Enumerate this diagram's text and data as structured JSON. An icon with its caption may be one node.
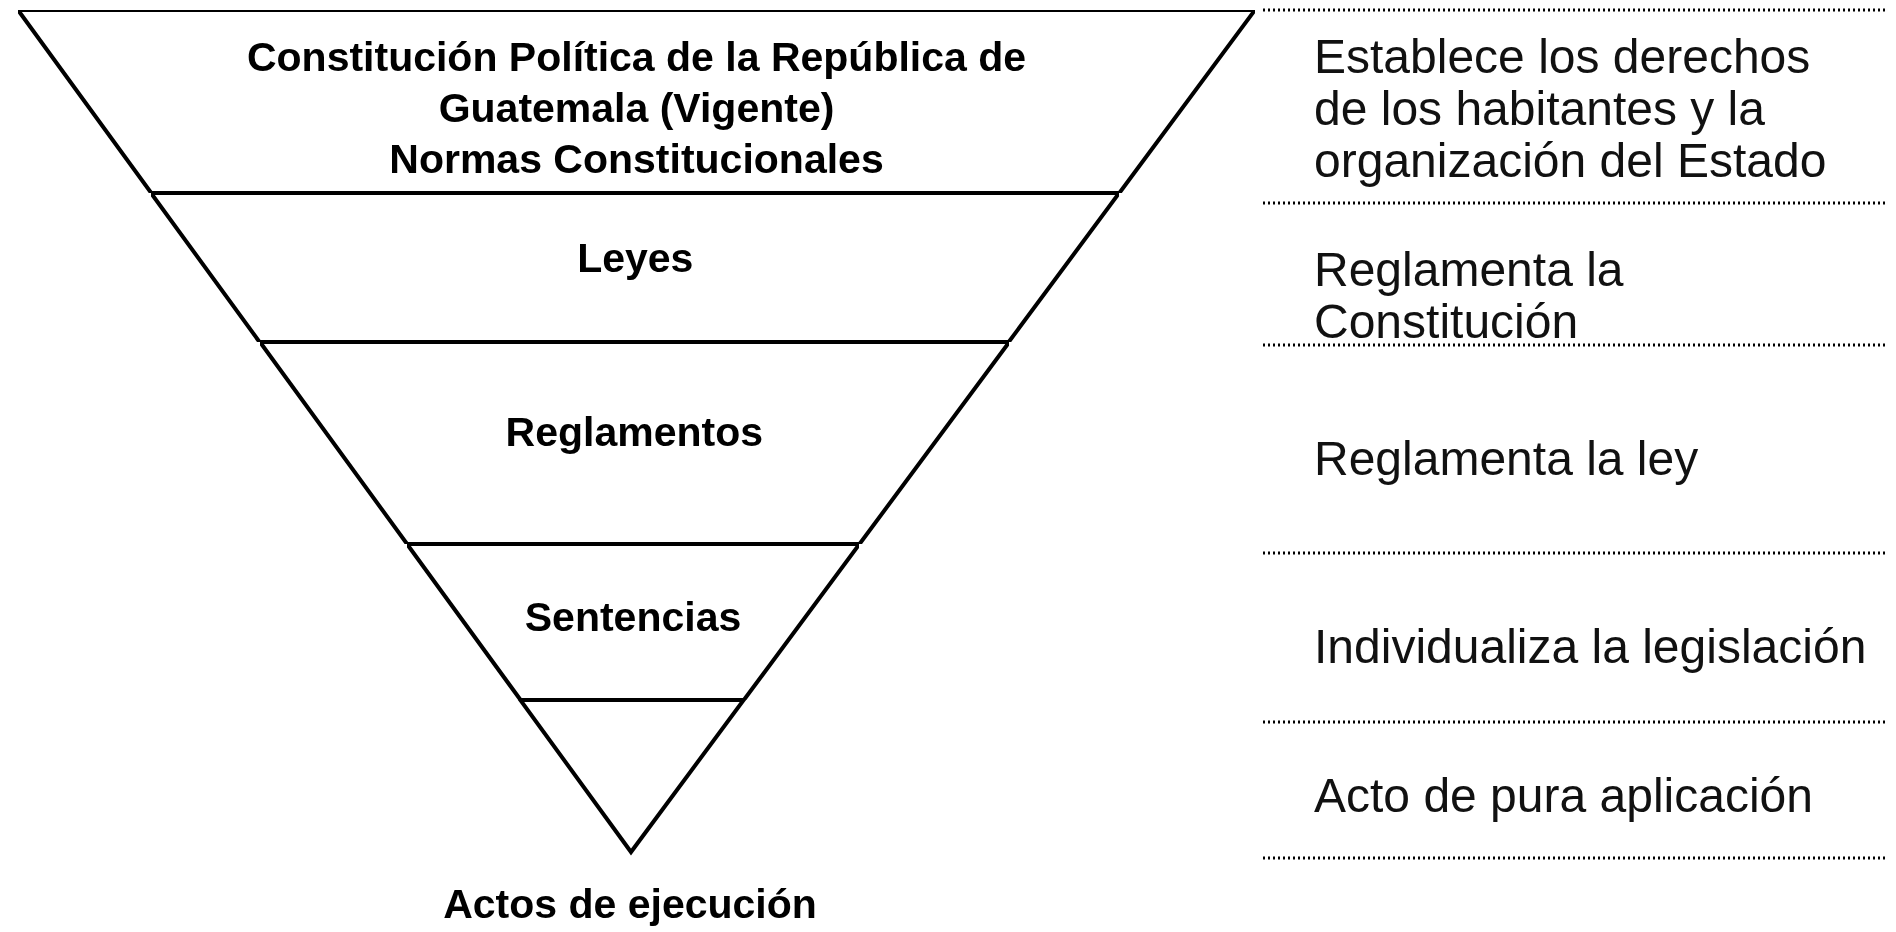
{
  "diagram": {
    "nodes": [
      {
        "text": [
          "Constitución Política de la República de Guatemala (Vigente)",
          "Normas Constitucionales"
        ]
      },
      {
        "text": [
          "Leyes"
        ]
      },
      {
        "text": [
          "Reglamentos"
        ]
      },
      {
        "text": [
          "Sentencias"
        ]
      },
      {
        "text": [
          "Actos de ejecución"
        ]
      }
    ],
    "edges": [],
    "labels": [
      "Establece los derechos de los habitantes y la organización del Estado",
      "Reglamenta la Constitución",
      "Reglamenta la ley",
      "Individualiza la legislación",
      "Acto de pura aplicación"
    ]
  }
}
